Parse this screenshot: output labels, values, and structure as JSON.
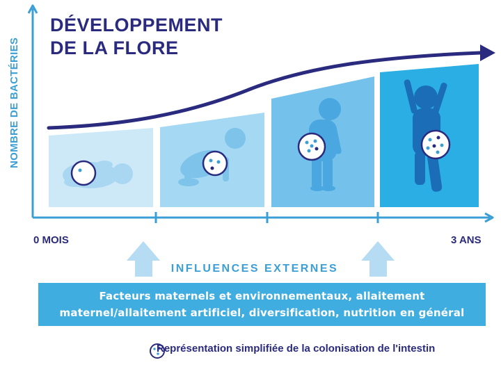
{
  "title": {
    "line1": "DÉVELOPPEMENT",
    "line2": "DE LA FLORE"
  },
  "y_axis_label": "NOMBRE DE BACTÉRIES",
  "x_axis": {
    "start_label": "0 MOIS",
    "end_label": "3 ANS"
  },
  "stages": [
    {
      "name": "newborn",
      "colonisation_dots": 1,
      "panel_color": "#cde9f8",
      "figure_color": "#a9d7f2"
    },
    {
      "name": "crawling-baby",
      "colonisation_dots": 3,
      "panel_color": "#a5d8f3",
      "figure_color": "#7ec3ea"
    },
    {
      "name": "standing-toddler",
      "colonisation_dots": 5,
      "panel_color": "#74c2ec",
      "figure_color": "#4aa7df"
    },
    {
      "name": "walking-child",
      "colonisation_dots": 6,
      "panel_color": "#2aaee4",
      "figure_color": "#1a6db6"
    }
  ],
  "influences_label": "INFLUENCES EXTERNES",
  "factors": {
    "line1": "Facteurs maternels et environnementaux, allaitement",
    "line2": "maternel/allaitement artificiel, diversification, nutrition en général"
  },
  "legend_text": "Représentation simplifiée de la colonisation de l'intestin",
  "colors": {
    "navy": "#2a2a7e",
    "axis_blue": "#3b9fd6",
    "box_blue": "#40ade0",
    "arrow_blue": "#b6dcf3"
  }
}
